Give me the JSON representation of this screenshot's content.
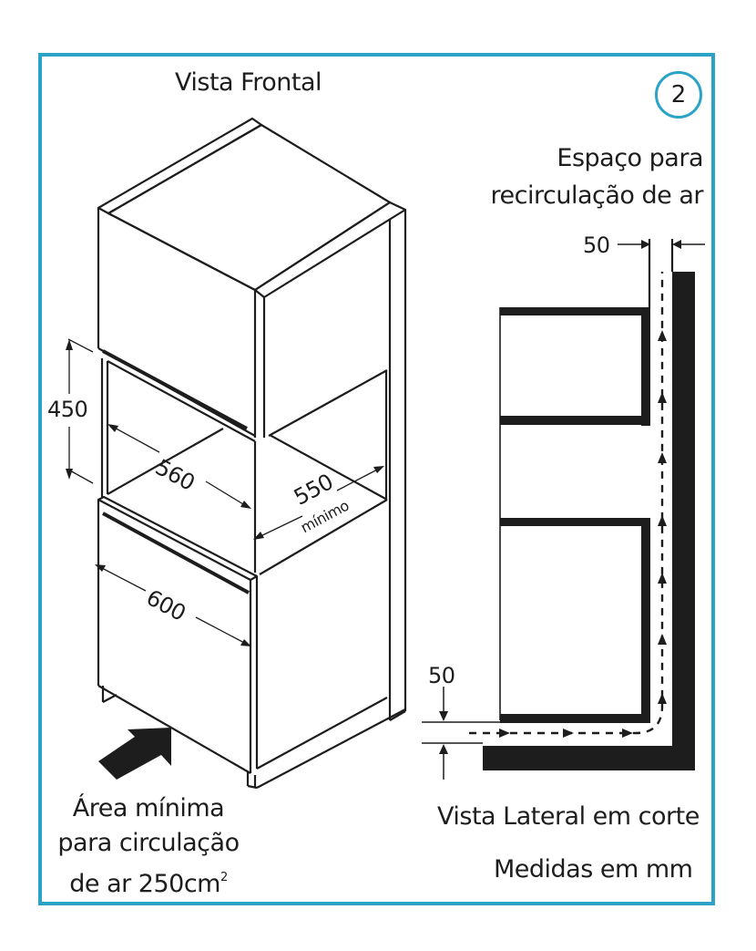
{
  "header": {
    "title": "Vista Frontal",
    "figure_number": "2"
  },
  "front_view": {
    "dimensions": {
      "height": "450",
      "inner_width": "560",
      "depth": "550",
      "depth_note": "mínimo",
      "outer_width": "600"
    },
    "air_note": {
      "line1": "Área mínima",
      "line2": "para circulação",
      "line3_prefix": "de ar 250cm",
      "line3_sup": "2"
    }
  },
  "side_view": {
    "air_space_label": {
      "line1": "Espaço para",
      "line2": "recirculação de ar"
    },
    "top_gap": "50",
    "bottom_gap": "50",
    "title": "Vista Lateral em corte"
  },
  "footer": {
    "units": "Medidas em mm"
  },
  "colors": {
    "frame": "#2aa3c6",
    "ink": "#1d1d1d",
    "background": "#ffffff"
  }
}
